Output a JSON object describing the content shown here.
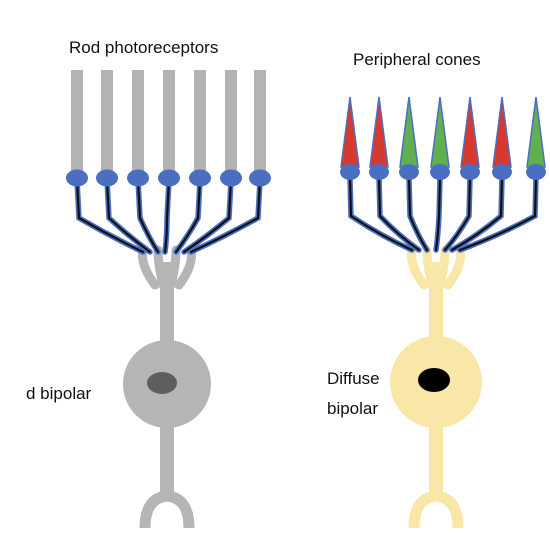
{
  "left_panel": {
    "title": "Rod photoreceptors",
    "cell_label": "d bipolar",
    "rod_count": 7
  },
  "right_panel": {
    "title": "Peripheral cones",
    "cell_label_line1": "Diffuse",
    "cell_label_line2": "bipolar",
    "cone_colors": [
      "red",
      "red",
      "green",
      "green",
      "red",
      "red",
      "green"
    ]
  },
  "colors": {
    "rod_gray": "#b3b3b3",
    "rod_bipolar_body": "#b5b5b5",
    "rod_bipolar_nucleus": "#5e5e5e",
    "cone_bipolar_body": "#f8e7a6",
    "cone_bipolar_nucleus": "#000000",
    "terminal_blue": "#4a6fc0",
    "axon_black": "#111111",
    "cone_red": "#d63a2e",
    "cone_green": "#5fb04f"
  }
}
